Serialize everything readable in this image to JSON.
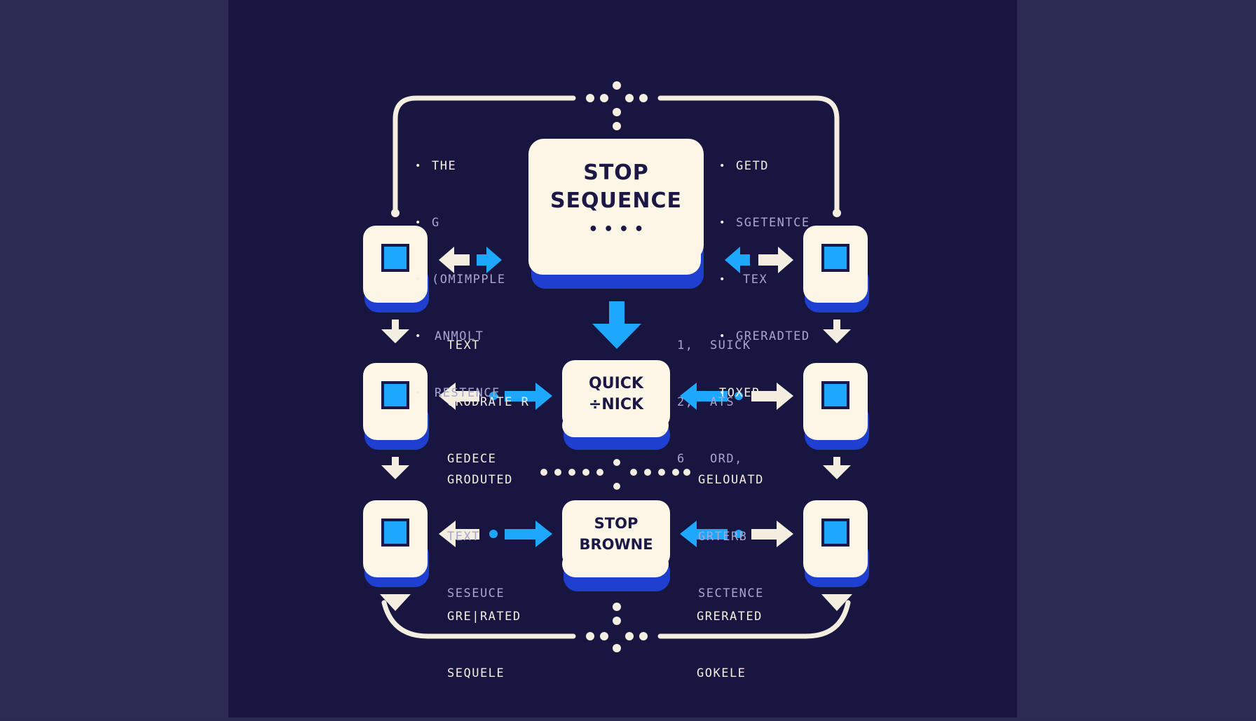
{
  "colors": {
    "background_outer": "#2c2b53",
    "background_panel": "#181541",
    "card": "#fbf6e6",
    "accent_blue": "#1ea7ff",
    "shadow_blue": "#1f3fd0",
    "ink": "#1b1747"
  },
  "cards": {
    "top": {
      "line1": "STOP",
      "line2": "SEQUENCE",
      "dots": "• • • •"
    },
    "middle": {
      "line1": "QUICK",
      "line2": "÷NICK"
    },
    "bottom": {
      "line1": "STOP",
      "line2": "BROWNE"
    }
  },
  "top_left_list": [
    "THE",
    "G",
    "(OMIMPPLE",
    "ANMOLT",
    "RESTENCE"
  ],
  "top_right_list": [
    "GETD",
    "SGETENTCE",
    "TEX",
    "GRERADTED",
    "TOXER"
  ],
  "mid_left_text": [
    "TEXT",
    "GRODRATE R",
    "GEDECE"
  ],
  "mid_right_text": [
    "1,  SUICK",
    "2,  ATS",
    "6   ORD,"
  ],
  "lower_left_text": [
    "GRODUTED",
    "TEXT",
    "SESEUCE"
  ],
  "lower_right_text": [
    "GELOUATD",
    "GRTERB",
    "SECTENCE"
  ],
  "bottom_left_text": [
    "GRE|RATED",
    "SEQUELE"
  ],
  "bottom_right_text": [
    "GRERATED",
    "GOKELE"
  ],
  "icons": [
    "window-node-icon",
    "double-arrow-icon",
    "down-arrow-icon",
    "loop-connector-icon"
  ]
}
